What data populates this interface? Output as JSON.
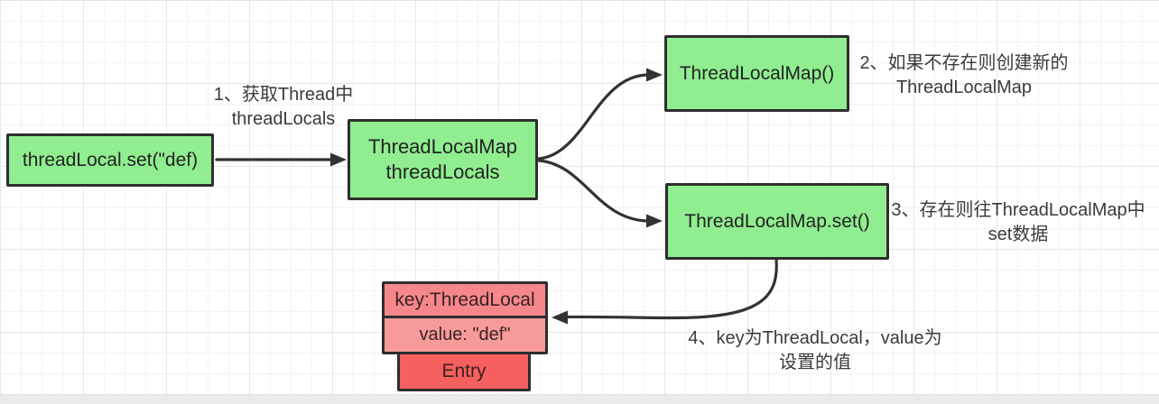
{
  "colors": {
    "canvas_bg": "#FFFFFF",
    "grid_line_minor": "#F3F3F3",
    "grid_line_major": "#E7E7E7",
    "node_green_fill": "#90EE90",
    "node_border": "#2E2E2E",
    "entry_key_fill": "#F5878B",
    "entry_value_fill": "#F69A9A",
    "entry_base_fill": "#F6605F",
    "connector_stroke": "#333333",
    "bottom_strip": "#EBEBEB"
  },
  "nodes": {
    "thread_local_set": {
      "label": "threadLocal.set(\"def)"
    },
    "thread_locals_map": {
      "line1": "ThreadLocalMap",
      "line2": "threadLocals"
    },
    "new_thread_local_map": {
      "label": "ThreadLocalMap()"
    },
    "thread_local_map_set": {
      "label": "ThreadLocalMap.set()"
    },
    "entry_struct": {
      "key": "key:ThreadLocal",
      "value": "value: \"def\"",
      "title": "Entry"
    }
  },
  "annotations": {
    "step1": {
      "line1": "1、获取Thread中",
      "line2": "threadLocals"
    },
    "step2": {
      "line1": "2、如果不存在则创建新的",
      "line2": "ThreadLocalMap"
    },
    "step3": {
      "line1": "3、存在则往ThreadLocalMap中",
      "line2": "set数据"
    },
    "step4": {
      "line1": "4、key为ThreadLocal，value为",
      "line2": "设置的值"
    }
  }
}
